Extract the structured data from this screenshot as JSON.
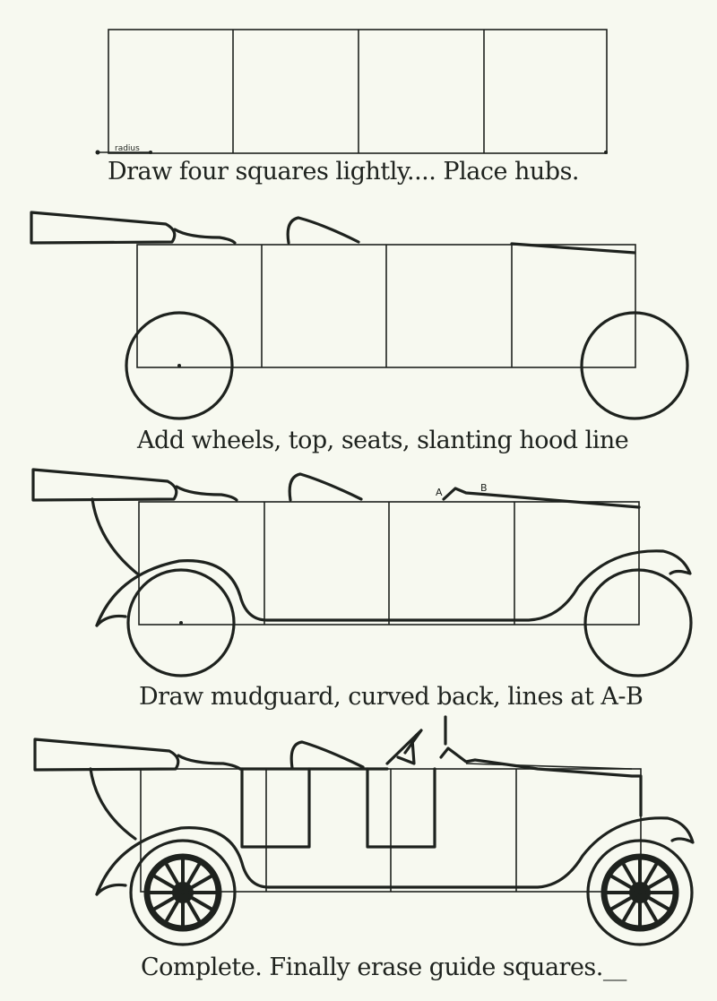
{
  "steps": [
    {
      "caption": "Draw four squares lightly.... Place hubs.",
      "radius_label": "radius"
    },
    {
      "caption": "Add wheels, top, seats, slanting hood line"
    },
    {
      "caption": "Draw mudguard, curved back, lines at A-B",
      "point_a": "A",
      "point_b": "B"
    },
    {
      "caption": "Complete. Finally erase guide squares.__"
    }
  ],
  "colors": {
    "ink": "#1e221e",
    "paper": "#f7f9f0"
  }
}
